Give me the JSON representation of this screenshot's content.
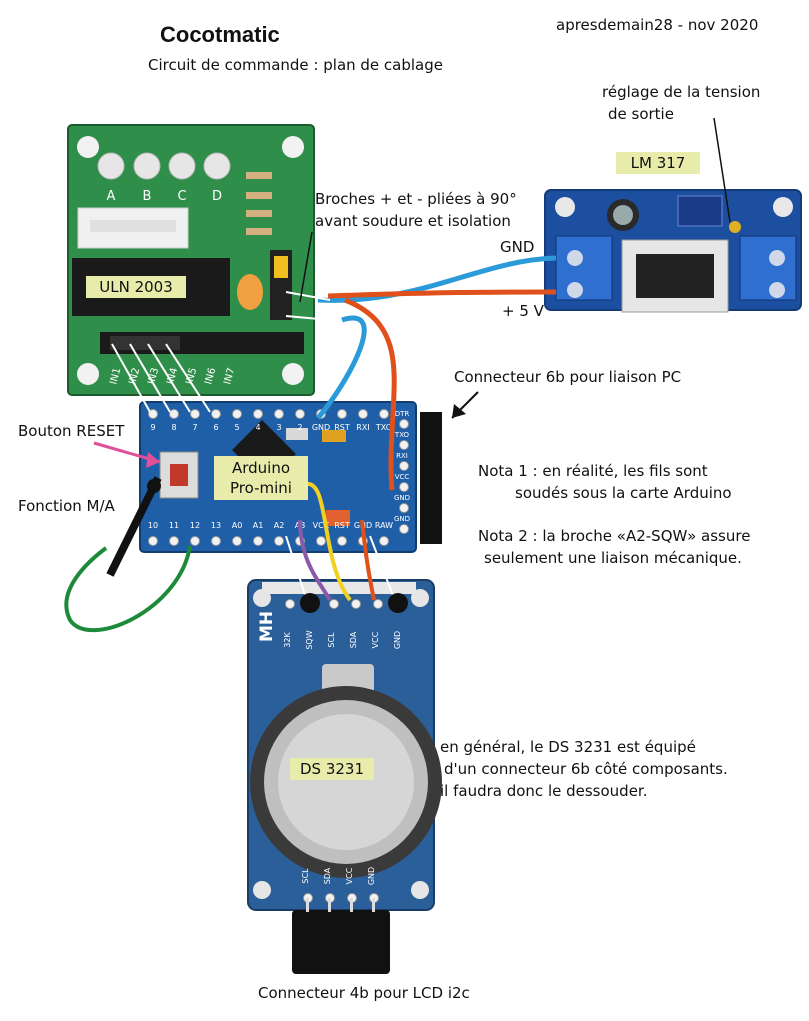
{
  "header": {
    "title": "Cocotmatic",
    "subtitle": "Circuit de commande : plan de cablage",
    "author": "apresdemain28 - nov 2020"
  },
  "modules": {
    "uln": "ULN 2003",
    "lm": "LM 317",
    "arduino_line1": "Arduino",
    "arduino_line2": "Pro-mini",
    "ds": "DS 3231"
  },
  "annotations": {
    "reglage_line1": "réglage de la tension",
    "reglage_line2": "de sortie",
    "broches_line1": "Broches + et - pliées à 90°",
    "broches_line2": "avant soudure et isolation",
    "gnd": "GND",
    "plus5v": "+ 5 V",
    "connecteur_pc": "Connecteur 6b pour liaison PC",
    "bouton_reset": "Bouton RESET",
    "fonction_ma": "Fonction M/A",
    "nota1_line1": "Nota 1 : en réalité, les fils sont",
    "nota1_line2": "soudés sous la carte Arduino",
    "nota2_line1": "Nota 2 : la broche «A2-SQW» assure",
    "nota2_line2": "seulement une liaison mécanique.",
    "ds_note_line1": "en général, le DS 3231 est équipé",
    "ds_note_line2": "d'un connecteur 6b côté composants.",
    "ds_note_line3": "il faudra donc le dessouder.",
    "lcd_connector": "Connecteur 4b pour LCD i2c"
  },
  "board_labels": {
    "uln_leds": [
      "A",
      "B",
      "C",
      "D"
    ],
    "uln_inputs": [
      "IN1",
      "IN2",
      "IN3",
      "IN4",
      "IN5",
      "IN6",
      "IN7"
    ],
    "ds_top_pins": [
      "32K",
      "SQW",
      "SCL",
      "SDA",
      "VCC",
      "GND"
    ],
    "ds_bottom_pins": [
      "SCL",
      "SDA",
      "VCC",
      "GND"
    ],
    "ds_brand": "MH",
    "arduino_right_pins": [
      "DTR",
      "TXO",
      "RXI",
      "VCC",
      "GND",
      "GND"
    ],
    "arduino_top_pins": [
      "9",
      "8",
      "7",
      "6",
      "5",
      "4",
      "3",
      "2",
      "GND",
      "RST",
      "RXI",
      "TXO"
    ],
    "arduino_bottom_pins": [
      "10",
      "11",
      "12",
      "13",
      "A0",
      "A1",
      "A2",
      "A3",
      "VCC",
      "RST",
      "GND",
      "RAW"
    ]
  },
  "colors": {
    "uln_board": "#2f8f4a",
    "arduino_board": "#1f5fa8",
    "lm_board": "#1d4fa0",
    "ds_board": "#2a5f9a",
    "wire_gnd_blue": "#2a9ad8",
    "wire_5v_red": "#e0501a",
    "wire_green": "#1d8a3a",
    "wire_purple": "#8a5aa8",
    "wire_yellow": "#f0d020",
    "label_bg": "#e8ecaa",
    "reset_arrow": "#e0509a"
  }
}
